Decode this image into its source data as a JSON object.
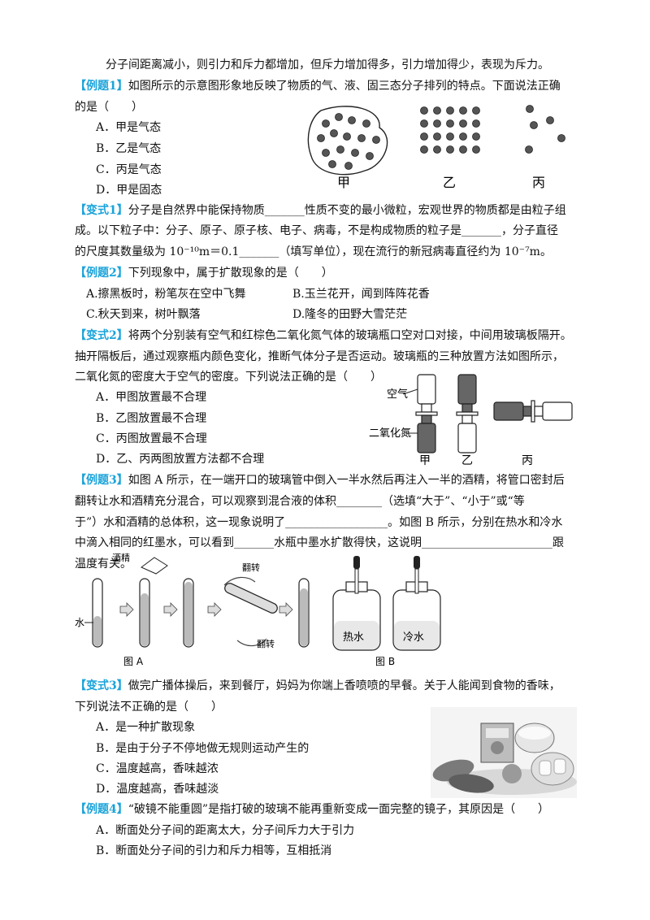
{
  "intro": "分子间距离减小，则引力和斥力都增加，但斥力增加得多，引力增加得少，表现为斥力。",
  "q1": {
    "tag": "【例题1】",
    "line1": "如图所示的示意图形象地反映了物质的气、液、固三态分子排列的特点。下面说法正确",
    "line2": "的是（　　）",
    "options": [
      "A．甲是气态",
      "B．乙是气态",
      "C．丙是气态",
      "D．甲是固态"
    ],
    "fig_labels": [
      "甲",
      "乙",
      "丙"
    ]
  },
  "v1": {
    "tag": "【变式1】",
    "line1": "分子是自然界中能保持物质_______性质不变的最小微粒，宏观世界的物质都是由粒子组",
    "line2": "成。以下粒子中：分子、原子、原子核、电子、病毒，不是构成物质的粒子是_______，分子直径",
    "line3": "的尺度其数量级为 10⁻¹⁰m＝0.1_______（填写单位），现在流行的新冠病毒直径约为 10⁻⁷m。"
  },
  "q2": {
    "tag": "【例题2】",
    "line1": "下列现象中，属于扩散现象的是（　　）",
    "options": [
      "A.擦黑板时，粉笔灰在空中飞舞",
      "B.玉兰花开，闻到阵阵花香",
      "C.秋天到来，树叶飘落",
      "D.隆冬的田野大雪茫茫"
    ]
  },
  "v2": {
    "tag": "【变式2】",
    "line1": "将两个分别装有空气和红棕色二氧化氮气体的玻璃瓶口空对口对接，中间用玻璃板隔开。",
    "line2": "抽开隔板后，通过观察瓶内颜色变化，推断气体分子是否运动。玻璃瓶的三种放置方法如图所示，",
    "line3": "二氧化氮的密度大于空气的密度。下列说法正确的是（　　）",
    "options": [
      "A．甲图放置最不合理",
      "B．乙图放置最不合理",
      "C．丙图放置最不合理",
      "D．乙、丙两图放置方法都不合理"
    ],
    "fig_air": "空气",
    "fig_no2": "二氧化氮",
    "fig_labels": [
      "甲",
      "乙",
      "丙"
    ]
  },
  "q3": {
    "tag": "【例题3】",
    "line1": "如图 A 所示，在一端开口的玻璃管中倒入一半水然后再注入一半的酒精，将管口密封后",
    "line2": "翻转让水和酒精充分混合，可以观察到混合液的体积________（选填“大于”、“小于”或“等",
    "line3": "于”）水和酒精的总体积，这一现象说明了__________________。如图 B 所示，分别在热水和冷水",
    "line4": "中滴入相同的红墨水，可以看到_______水瓶中墨水扩散得快，这说明_______________________跟",
    "line5": "温度有关。",
    "fig_alcohol": "酒精",
    "fig_water": "水",
    "fig_flip": "翻转",
    "fig_caption_a": "图 A",
    "fig_hot": "热水",
    "fig_cold": "冷水",
    "fig_caption_b": "图 B"
  },
  "v3": {
    "tag": "【变式3】",
    "line1": "做完广播体操后，来到餐厅，妈妈为你端上香喷喷的早餐。关于人能闻到食物的香味，",
    "line2": "下列说法不正确的是（　　）",
    "options": [
      "A．是一种扩散现象",
      "B．是由于分子不停地做无规则运动产生的",
      "C．温度越高，香味越浓",
      "D．温度越高，香味越淡"
    ]
  },
  "q4": {
    "tag": "【例题4】",
    "line1": "“破镜不能重圆”是指打破的玻璃不能再重新变成一面完整的镜子，其原因是（　　）",
    "options": [
      "A．断面处分子间的距离太大，分子间斥力大于引力",
      "B．断面处分子间的引力和斥力相等，互相抵消"
    ]
  }
}
